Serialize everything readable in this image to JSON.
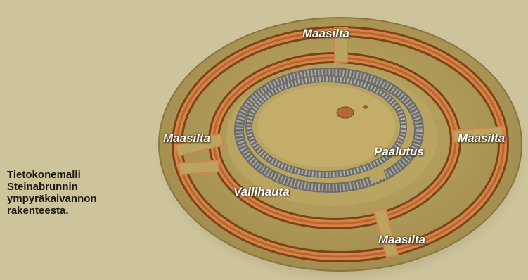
{
  "caption": {
    "line1": "Tietokonemalli",
    "line2": "Steinabrunnin",
    "line3": "ympyräkaivannon",
    "line4": "rakenteesta."
  },
  "labels": {
    "top": "Maasilta",
    "left": "Maasilta",
    "right": "Maasilta",
    "bottom": "Maasilta",
    "palisade": "Paalutus",
    "ditch": "Vallihauta"
  },
  "colors": {
    "background": "#cdc49c",
    "ground": "#b49e5a",
    "ditch": "#c8743a",
    "palisade": "#8c8a86",
    "label_text": "#ffffff"
  }
}
